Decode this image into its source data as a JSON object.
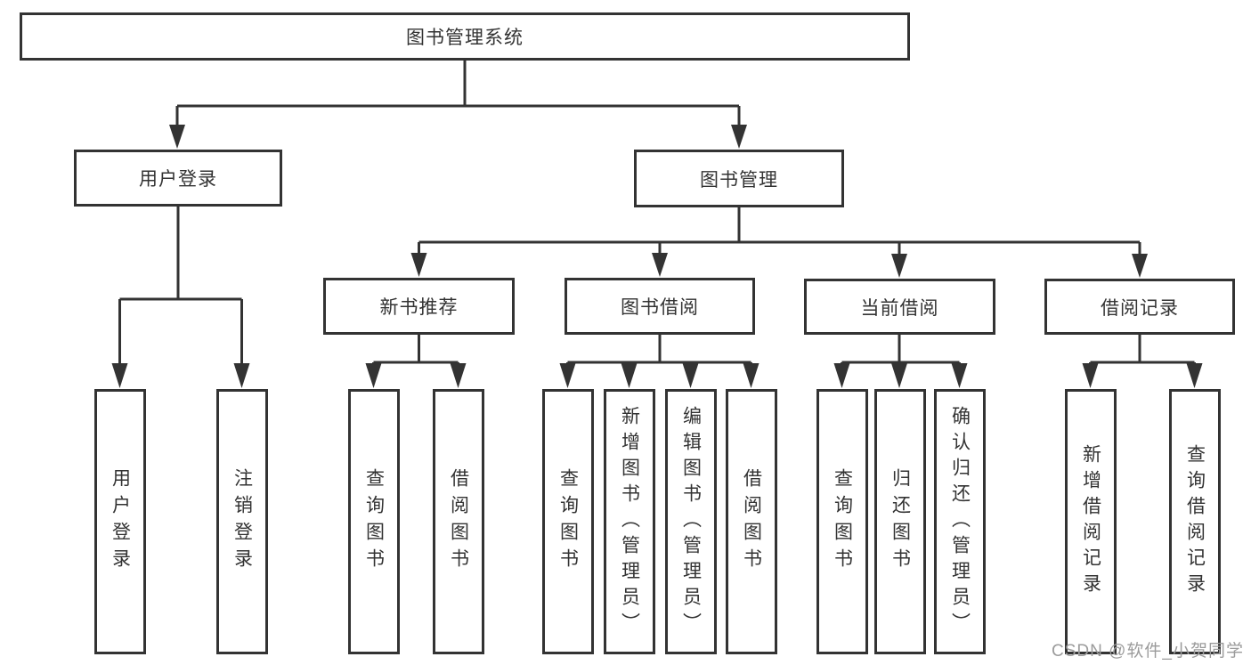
{
  "diagram": {
    "nodes": {
      "root": "图书管理系统",
      "user_login": "用户登录",
      "book_mgmt": "图书管理",
      "new_book": "新书推荐",
      "book_borrow": "图书借阅",
      "current_borrow": "当前借阅",
      "borrow_record": "借阅记录"
    },
    "leaves": {
      "user_login": [
        "用户登录",
        "注销登录"
      ],
      "new_book": [
        "查询图书",
        "借阅图书"
      ],
      "book_borrow": [
        "查询图书",
        "新增图书（管理员）",
        "编辑图书（管理员）",
        "借阅图书"
      ],
      "current_borrow": [
        "查询图书",
        "归还图书",
        "确认归还（管理员）"
      ],
      "borrow_record": [
        "新增借阅记录",
        "查询借阅记录"
      ]
    }
  },
  "watermark": "CSDN @软件_小贺同学",
  "colors": {
    "line": "#333333",
    "text": "#333333",
    "watermark": "#9b9b9b",
    "background": "#ffffff"
  }
}
